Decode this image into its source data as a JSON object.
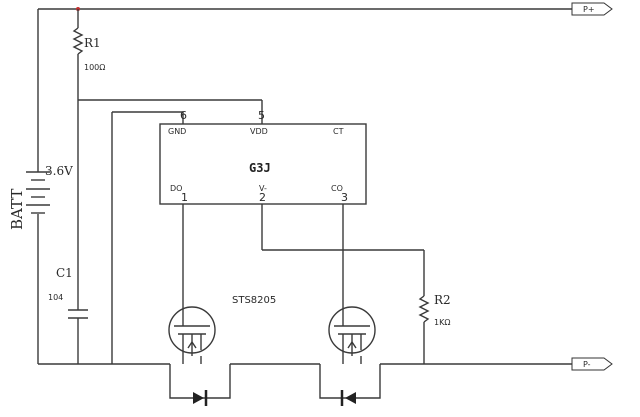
{
  "battery": {
    "label": "BATT",
    "voltage": "3.6V"
  },
  "r1": {
    "name": "R1",
    "value": "100Ω"
  },
  "r2": {
    "name": "R2",
    "value": "1KΩ"
  },
  "c1": {
    "name": "C1",
    "value": "104"
  },
  "ic": {
    "name": "G3J",
    "pins_top": [
      {
        "label": "GND",
        "num": "6"
      },
      {
        "label": "VDD",
        "num": "5"
      },
      {
        "label": "CT",
        "num": ""
      }
    ],
    "pins_bottom": [
      {
        "label": "DO",
        "num": "1"
      },
      {
        "label": "V-",
        "num": "2"
      },
      {
        "label": "CO",
        "num": "3"
      }
    ]
  },
  "mosfet_label": "STS8205",
  "terminals": {
    "positive": "P+",
    "negative": "P-"
  }
}
